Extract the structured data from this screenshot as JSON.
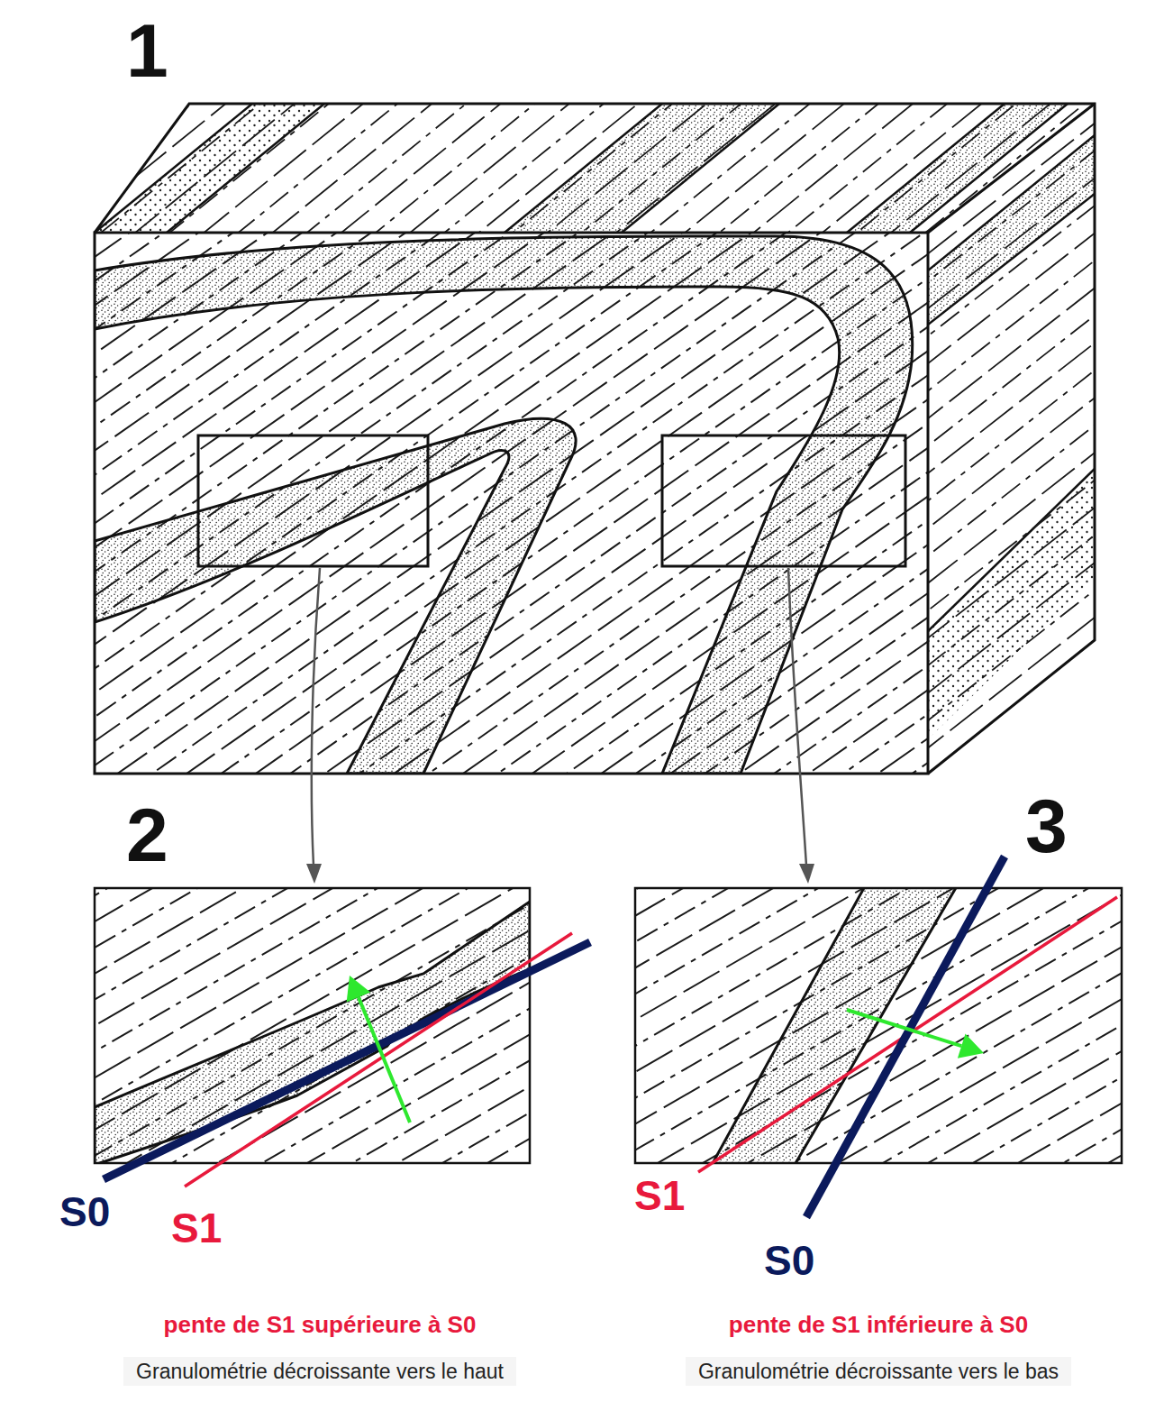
{
  "diagram": {
    "labels": [
      "1",
      "2",
      "3",
      "S0",
      "S1",
      "S1",
      "S0",
      "pente de S1 supérieure à S0",
      "pente de S1 inférieure à S0",
      "Granulométrie décroissante vers le haut",
      "Granulométrie décroissante vers le bas"
    ]
  }
}
